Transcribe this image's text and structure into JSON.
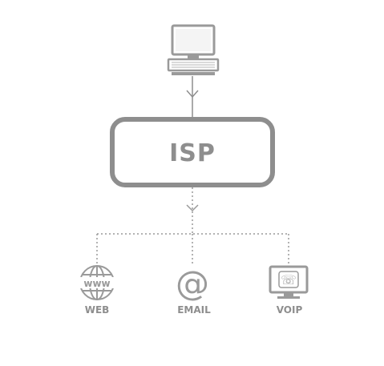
{
  "diagram": {
    "center_label": "ISP",
    "nodes": [
      {
        "label": "WEB",
        "icon": "globe-www-icon"
      },
      {
        "label": "EMAIL",
        "icon": "at-sign-icon"
      },
      {
        "label": "VOIP",
        "icon": "voip-monitor-icon"
      }
    ],
    "top_node": {
      "icon": "desktop-computer-icon"
    },
    "colors": {
      "stroke": "#8e8e8e",
      "icon": "#9a9a9a",
      "background": "#ffffff"
    }
  }
}
